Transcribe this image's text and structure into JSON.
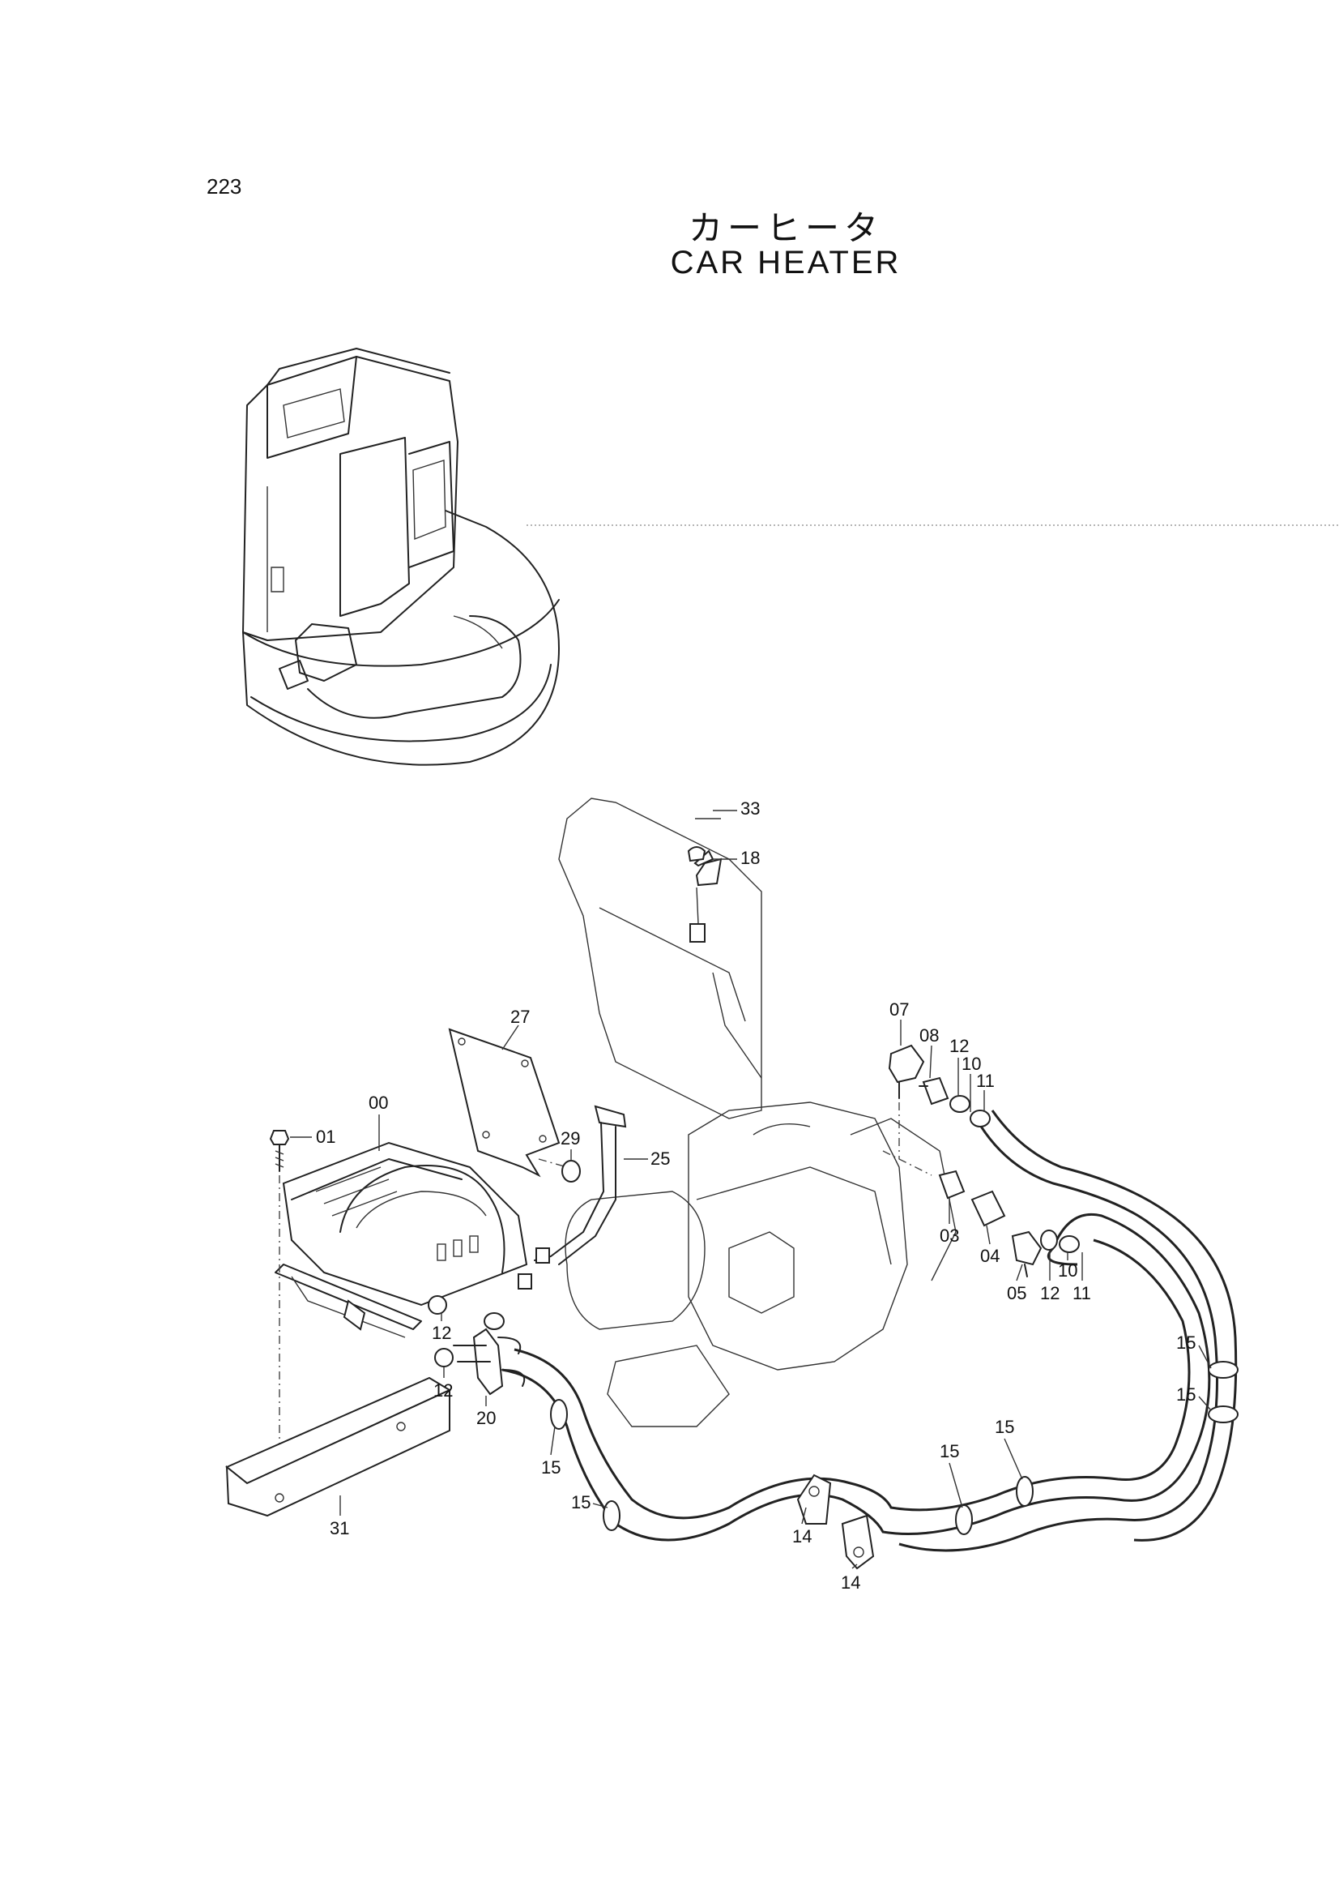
{
  "page_number": "223",
  "title_jp": "カーヒータ",
  "title_en": "CAR HEATER",
  "callouts": [
    {
      "id": "c33",
      "text": "33"
    },
    {
      "id": "c18",
      "text": "18"
    },
    {
      "id": "c07",
      "text": "07"
    },
    {
      "id": "c08",
      "text": "08"
    },
    {
      "id": "c12a",
      "text": "12"
    },
    {
      "id": "c10a",
      "text": "10"
    },
    {
      "id": "c11a",
      "text": "11"
    },
    {
      "id": "c27",
      "text": "27"
    },
    {
      "id": "c00",
      "text": "00"
    },
    {
      "id": "c01",
      "text": "01"
    },
    {
      "id": "c29",
      "text": "29"
    },
    {
      "id": "c25",
      "text": "25"
    },
    {
      "id": "c03",
      "text": "03"
    },
    {
      "id": "c04",
      "text": "04"
    },
    {
      "id": "c05",
      "text": "05"
    },
    {
      "id": "c12b",
      "text": "12"
    },
    {
      "id": "c10b",
      "text": "10"
    },
    {
      "id": "c11b",
      "text": "11"
    },
    {
      "id": "c12c",
      "text": "12"
    },
    {
      "id": "c12d",
      "text": "12"
    },
    {
      "id": "c20",
      "text": "20"
    },
    {
      "id": "c15a",
      "text": "15"
    },
    {
      "id": "c15b",
      "text": "15"
    },
    {
      "id": "c15c",
      "text": "15"
    },
    {
      "id": "c15d",
      "text": "15"
    },
    {
      "id": "c15e",
      "text": "15"
    },
    {
      "id": "c15f",
      "text": "15"
    },
    {
      "id": "c14a",
      "text": "14"
    },
    {
      "id": "c14b",
      "text": "14"
    },
    {
      "id": "c31",
      "text": "31"
    }
  ]
}
